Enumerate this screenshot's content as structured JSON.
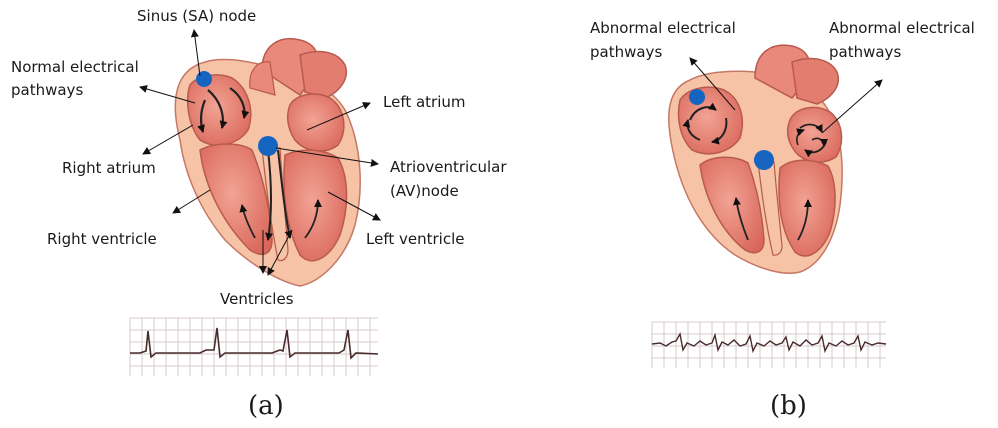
{
  "panel_a": {
    "caption": "(a)",
    "labels": {
      "sa_node": "Sinus (SA) node",
      "normal_pathways_1": "Normal electrical",
      "normal_pathways_2": "pathways",
      "left_atrium": "Left atrium",
      "right_atrium": "Right atrium",
      "av_node_1": "Atrioventricular",
      "av_node_2": "(AV)node",
      "right_ventricle": "Right ventricle",
      "left_ventricle": "Left ventricle",
      "ventricles": "Ventricles"
    }
  },
  "panel_b": {
    "caption": "(b)",
    "labels": {
      "abnormal_left_1": "Abnormal electrical",
      "abnormal_left_2": "pathways",
      "abnormal_right_1": "Abnormal electrical",
      "abnormal_right_2": "pathways"
    }
  },
  "colors": {
    "heart_muscle": "#e8897b",
    "heart_dark": "#c9574c",
    "heart_outer": "#f6c3a6",
    "node_blue": "#1565c0",
    "ecg_line": "#4a2b2b",
    "ecg_grid": "#d7c9cf"
  }
}
